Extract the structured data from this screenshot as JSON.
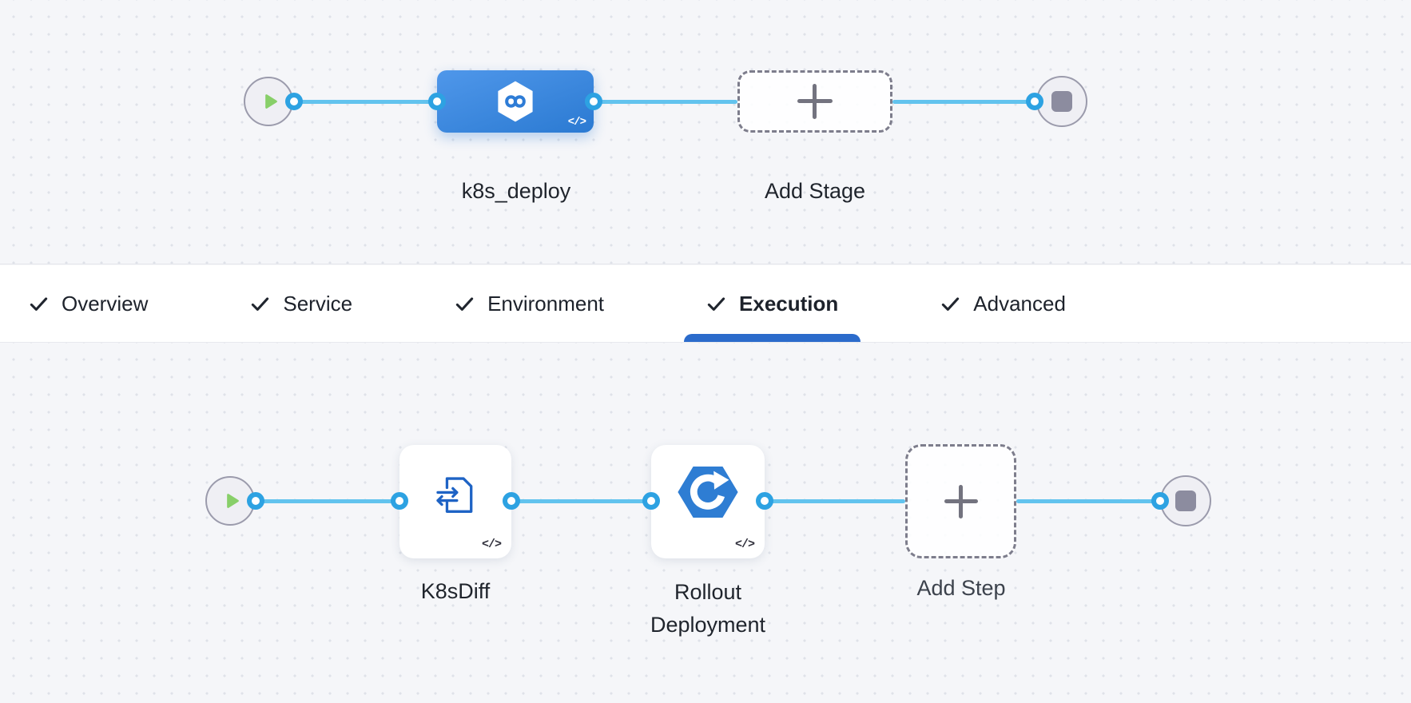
{
  "stage_pipeline": {
    "stage_name": "k8s_deploy",
    "add_stage_label": "Add Stage",
    "code_badge": "</>",
    "icons": {
      "start": "play-icon",
      "stage": "harness-infinity-hexagon-icon",
      "add": "plus-icon",
      "end": "stop-icon"
    }
  },
  "tab_bar": {
    "active_tab": "Execution",
    "check_icon": "check-icon",
    "tabs": [
      {
        "label": "Overview",
        "checked": true
      },
      {
        "label": "Service",
        "checked": true
      },
      {
        "label": "Environment",
        "checked": true
      },
      {
        "label": "Execution",
        "checked": true
      },
      {
        "label": "Advanced",
        "checked": true
      }
    ]
  },
  "step_pipeline": {
    "step1_name": "K8sDiff",
    "step2_name": "Rollout Deployment",
    "add_step_label": "Add Step",
    "code_badge": "</>",
    "icons": {
      "start": "play-icon",
      "step1": "k8s-diff-document-arrows-icon",
      "step2": "rollout-deployment-hexagon-refresh-icon",
      "add": "plus-icon",
      "end": "stop-icon"
    }
  },
  "colors": {
    "canvas_bg": "#f5f6f9",
    "canvas_dot": "#dfe2e9",
    "connector_blue": "#62c3ee",
    "port_ring_blue": "#2da2e2",
    "stage_gradient_start": "#4f97ea",
    "stage_gradient_end": "#2b7ad2",
    "active_tab_underline": "#2b6bcb",
    "play_green": "#88cf69",
    "stop_gray": "#8c8c9f",
    "icon_blue": "#1e63c5",
    "dashed_border_gray": "#7d7d8c",
    "text_dark": "#1d222b"
  }
}
